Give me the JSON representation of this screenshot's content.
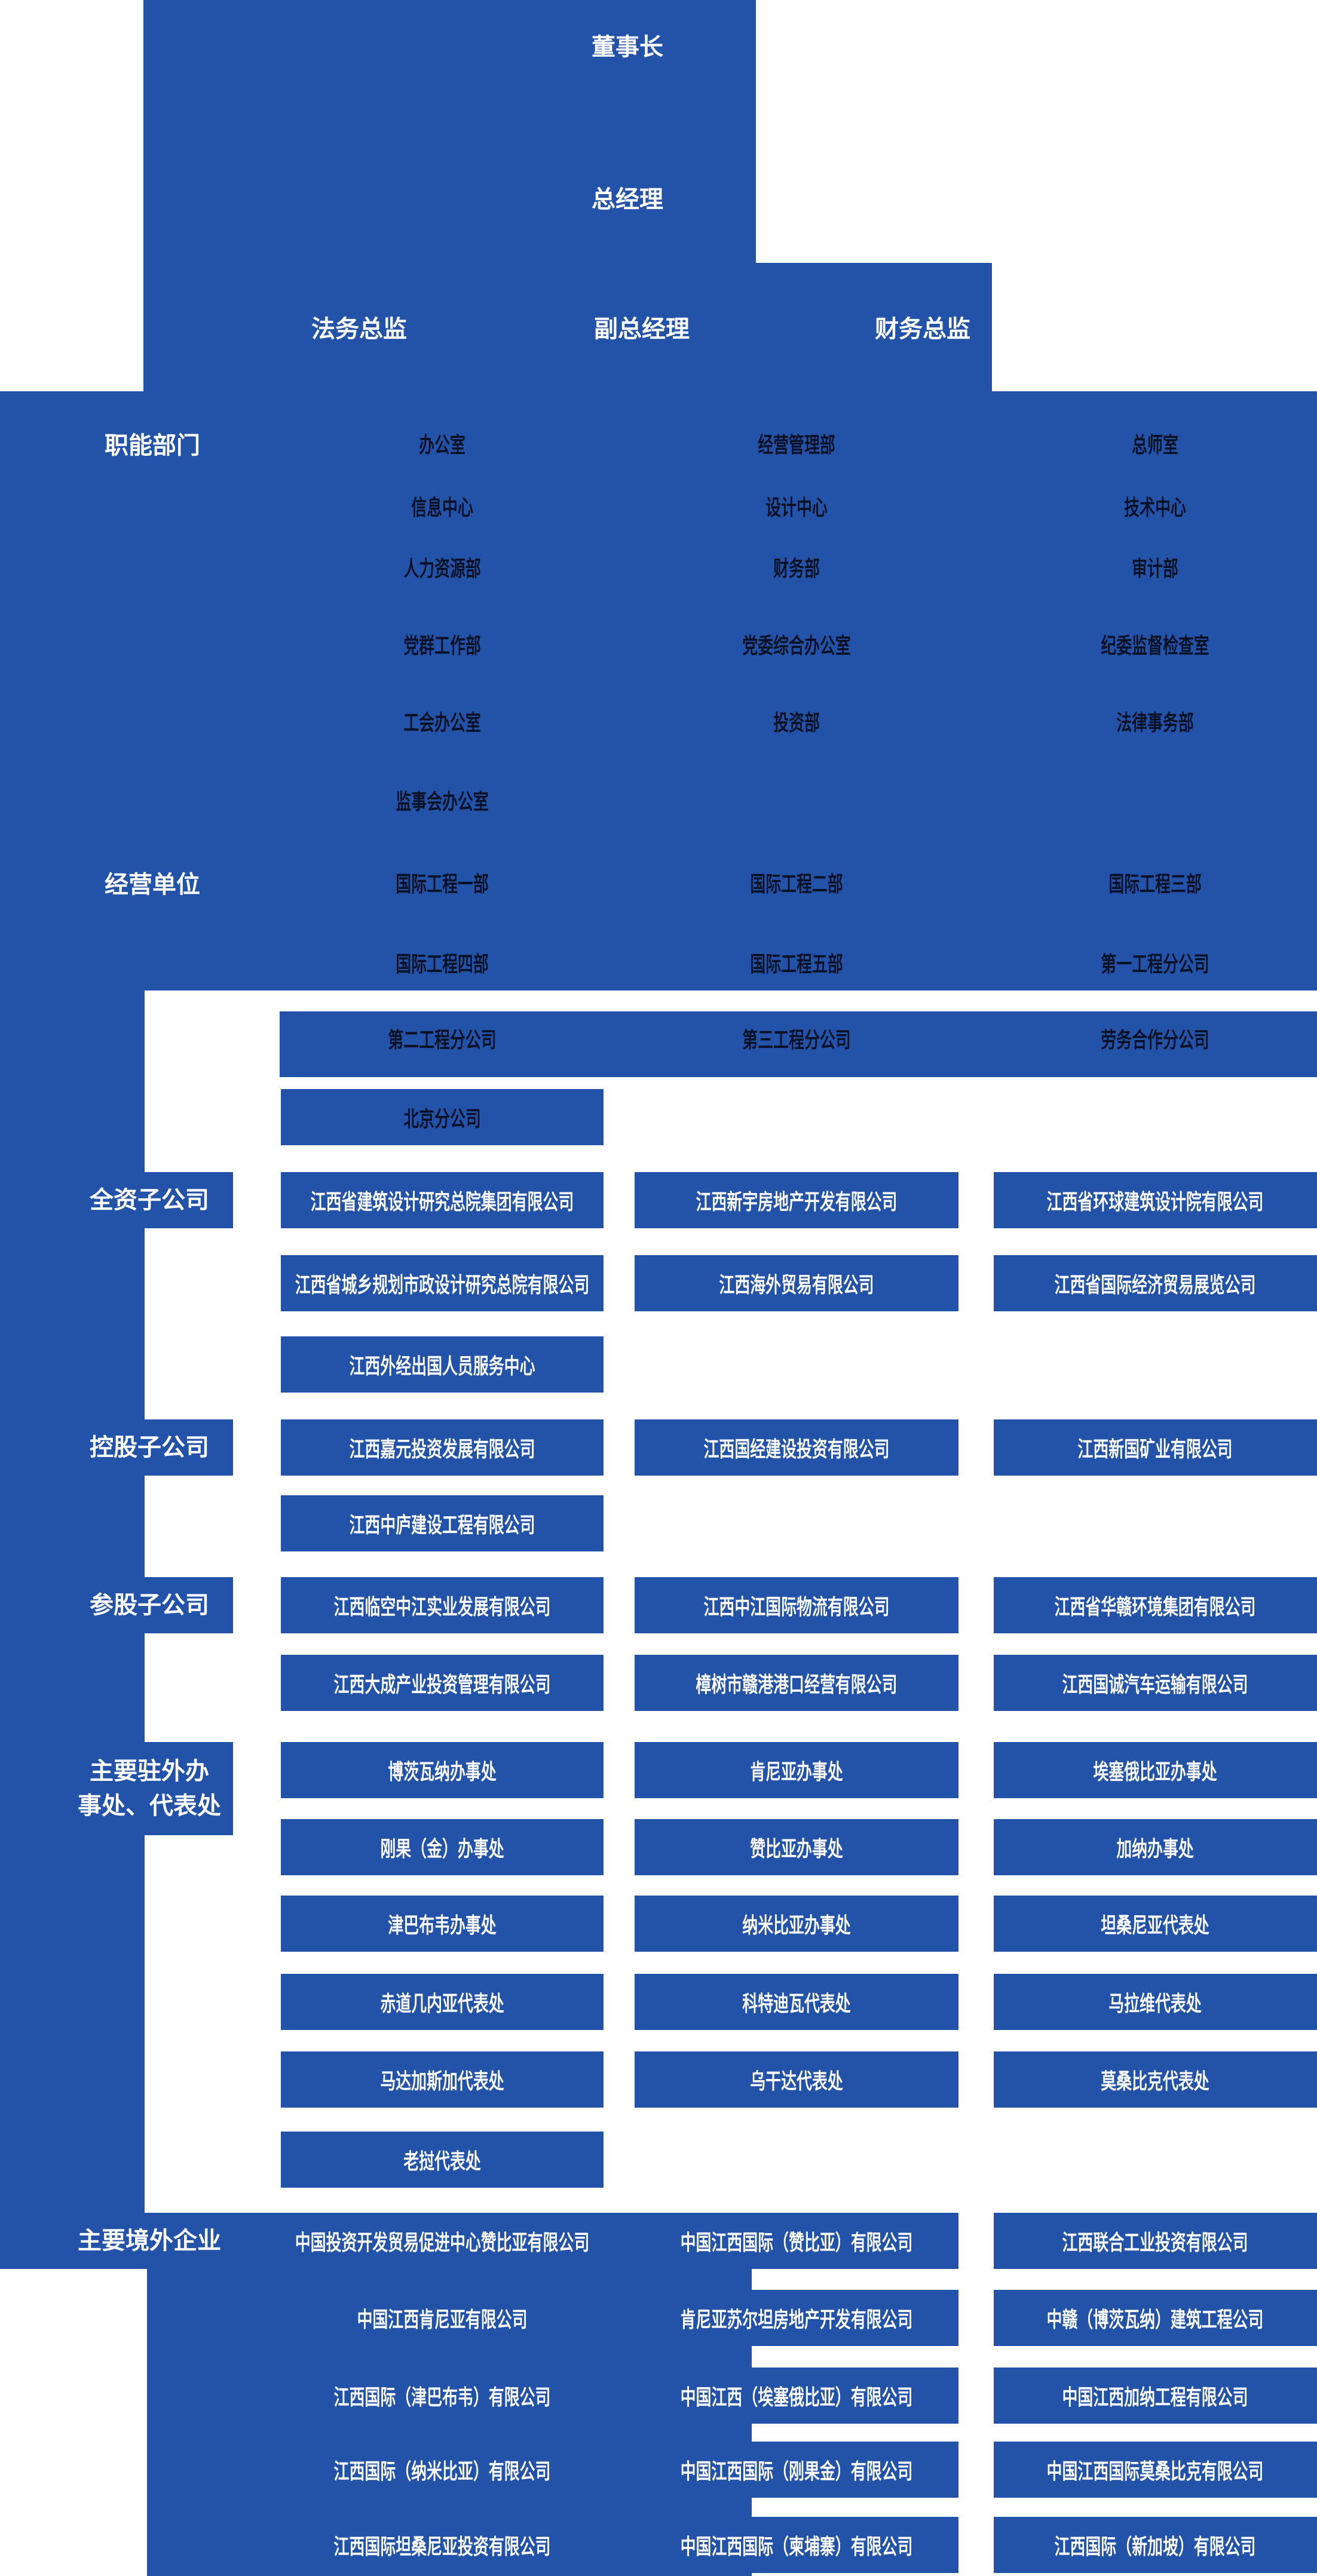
{
  "colors": {
    "blue": "#2353a8",
    "dark_text": "#0a1124",
    "white_text": "#ffffff",
    "background": "#ffffff"
  },
  "t": {
    "chairman": "董事长",
    "gm": "总经理",
    "legal": "法务总监",
    "vgm": "副总经理",
    "cfo": "财务总监"
  },
  "fn": {
    "label": "职能部门",
    "r1": [
      "办公室",
      "经营管理部",
      "总师室"
    ],
    "r2": [
      "信息中心",
      "设计中心",
      "技术中心"
    ],
    "r3": [
      "人力资源部",
      "财务部",
      "审计部"
    ],
    "r4": [
      "党群工作部",
      "党委综合办公室",
      "纪委监督检查室"
    ],
    "r5": [
      "工会办公室",
      "投资部",
      "法律事务部"
    ],
    "r6": [
      "监事会办公室"
    ]
  },
  "bu": {
    "label": "经营单位",
    "r1": [
      "国际工程一部",
      "国际工程二部",
      "国际工程三部"
    ],
    "r2": [
      "国际工程四部",
      "国际工程五部",
      "第一工程分公司"
    ],
    "r3": [
      "第二工程分公司",
      "第三工程分公司",
      "劳务合作分公司"
    ],
    "r4": [
      "北京分公司"
    ]
  },
  "wh": {
    "label": "全资子公司",
    "r1": [
      "江西省建筑设计研究总院集团有限公司",
      "江西新宇房地产开发有限公司",
      "江西省环球建筑设计院有限公司"
    ],
    "r2": [
      "江西省城乡规划市政设计研究总院有限公司",
      "江西海外贸易有限公司",
      "江西省国际经济贸易展览公司"
    ],
    "r3": [
      "江西外经出国人员服务中心"
    ]
  },
  "ho": {
    "label": "控股子公司",
    "r1": [
      "江西嘉元投资发展有限公司",
      "江西国经建设投资有限公司",
      "江西新国矿业有限公司"
    ],
    "r2": [
      "江西中庐建设工程有限公司"
    ]
  },
  "pa": {
    "label": "参股子公司",
    "r1": [
      "江西临空中江实业发展有限公司",
      "江西中江国际物流有限公司",
      "江西省华赣环境集团有限公司"
    ],
    "r2": [
      "江西大成产业投资管理有限公司",
      "樟树市赣港港口经营有限公司",
      "江西国诚汽车运输有限公司"
    ]
  },
  "of": {
    "label": "主要驻外办事处、代表处",
    "label_l1": "主要驻外办",
    "label_l2": "事处、代表处",
    "r1": [
      "博茨瓦纳办事处",
      "肯尼亚办事处",
      "埃塞俄比亚办事处"
    ],
    "r2": [
      "刚果（金）办事处",
      "赞比亚办事处",
      "加纳办事处"
    ],
    "r3": [
      "津巴布韦办事处",
      "纳米比亚办事处",
      "坦桑尼亚代表处"
    ],
    "r4": [
      "赤道几内亚代表处",
      "科特迪瓦代表处",
      "马拉维代表处"
    ],
    "r5": [
      "马达加斯加代表处",
      "乌干达代表处",
      "莫桑比克代表处"
    ],
    "r6": [
      "老挝代表处"
    ]
  },
  "ov": {
    "label": "主要境外企业",
    "r1": [
      "中国投资开发贸易促进中心赞比亚有限公司",
      "中国江西国际（赞比亚）有限公司",
      "江西联合工业投资有限公司"
    ],
    "r2": [
      "中国江西肯尼亚有限公司",
      "肯尼亚苏尔坦房地产开发有限公司",
      "中赣（博茨瓦纳）建筑工程公司"
    ],
    "r3": [
      "江西国际（津巴布韦）有限公司",
      "中国江西（埃塞俄比亚）有限公司",
      "中国江西加纳工程有限公司"
    ],
    "r4": [
      "江西国际（纳米比亚）有限公司",
      "中国江西国际（刚果金）有限公司",
      "中国江西国际莫桑比克有限公司"
    ],
    "r5": [
      "江西国际坦桑尼亚投资有限公司",
      "中国江西国际（柬埔寨）有限公司",
      "江西国际（新加坡）有限公司"
    ]
  }
}
